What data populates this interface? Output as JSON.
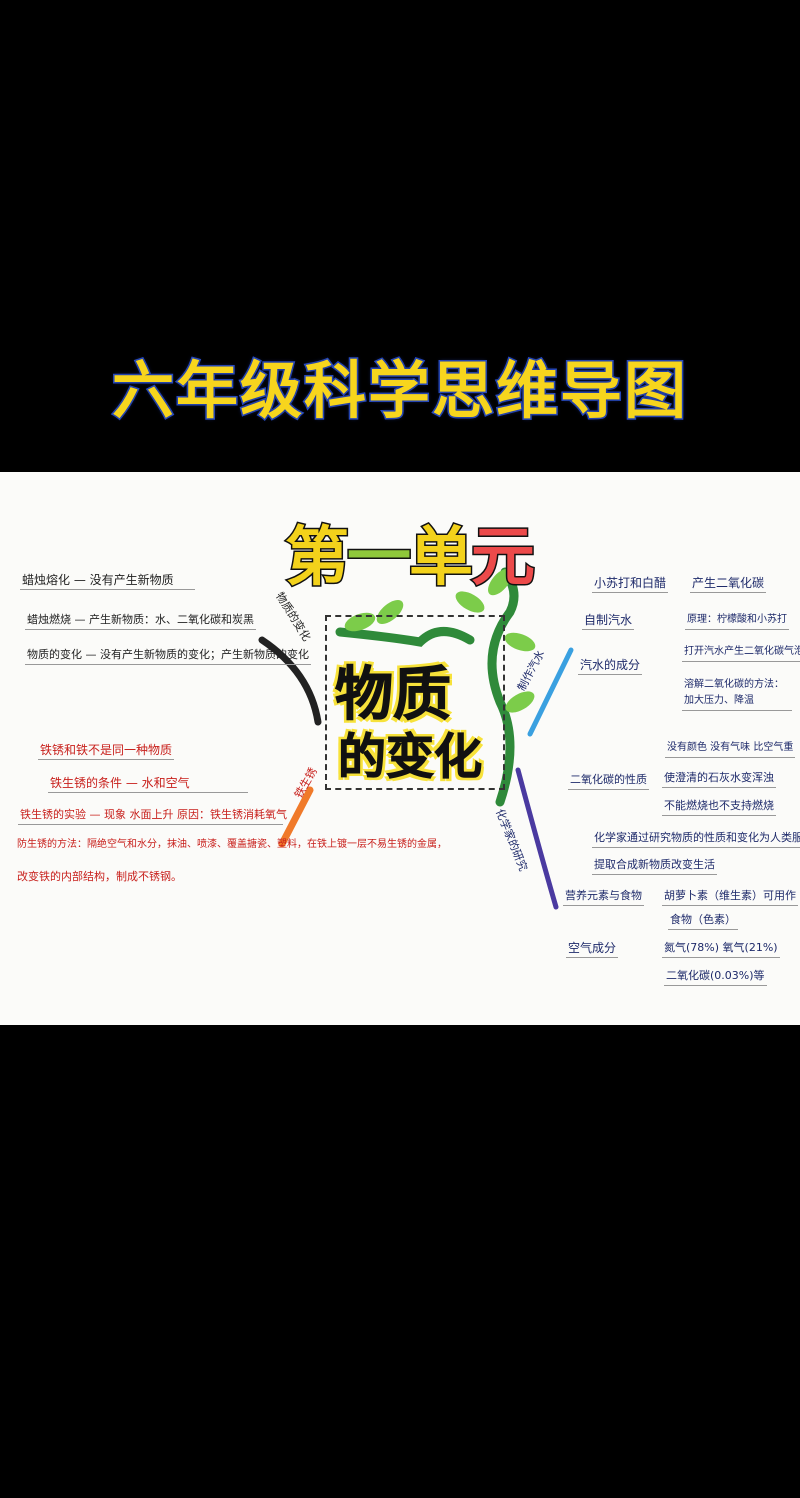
{
  "banner_title": "六年级科学思维导图",
  "unit_heading": [
    "第",
    "一",
    "单",
    "元"
  ],
  "center_topic": {
    "line1": "物质",
    "line2": "的变化"
  },
  "branches": {
    "left_top": {
      "label": "物质的变化",
      "color": "#222222",
      "items": [
        "蜡烛熔化 — 没有产生新物质",
        "蜡烛燃烧 — 产生新物质：水、二氧化碳和炭黑",
        "物质的变化 — 没有产生新物质的变化；产生新物质的变化"
      ]
    },
    "left_bottom": {
      "label": "铁生锈",
      "color": "#f07a2a",
      "items": [
        "铁锈和铁不是同一种物质",
        "铁生锈的条件 — 水和空气",
        "铁生锈的实验 — 现象 水面上升 原因：铁生锈消耗氧气",
        "防生锈的方法：隔绝空气和水分，抹油、喷漆、覆盖搪瓷、塑料，在铁上镀一层不易生锈的金属，",
        "改变铁的内部结构，制成不锈钢。"
      ]
    },
    "right_top": {
      "label": "制作汽水",
      "color": "#3aa0e0",
      "items": [
        {
          "k": "小苏打和白醋",
          "v": "产生二氧化碳"
        },
        {
          "k": "自制汽水",
          "v": "原理：柠檬酸和小苏打"
        },
        {
          "k": "汽水的成分",
          "v": "打开汽水产生二氧化碳气泡"
        },
        {
          "k": "",
          "v": "溶解二氧化碳的方法：加大压力、降温"
        }
      ]
    },
    "right_bottom": {
      "label": "化学家的研究",
      "color": "#4a3aa0",
      "items": [
        {
          "k": "",
          "v": "没有颜色 没有气味 比空气重"
        },
        {
          "k": "二氧化碳的性质",
          "v": "使澄清的石灰水变浑浊"
        },
        {
          "k": "",
          "v": "不能燃烧也不支持燃烧"
        },
        {
          "k": "",
          "v": "化学家通过研究物质的性质和变化为人类服务"
        },
        {
          "k": "",
          "v": "提取合成新物质改变生活"
        },
        {
          "k": "营养元素与食物",
          "v": "胡萝卜素（维生素）可用作"
        },
        {
          "k": "",
          "v": "食物（色素）"
        },
        {
          "k": "空气成分",
          "v": "氮气(78%) 氧气(21%)"
        },
        {
          "k": "",
          "v": "二氧化碳(0.03%)等"
        }
      ]
    }
  }
}
